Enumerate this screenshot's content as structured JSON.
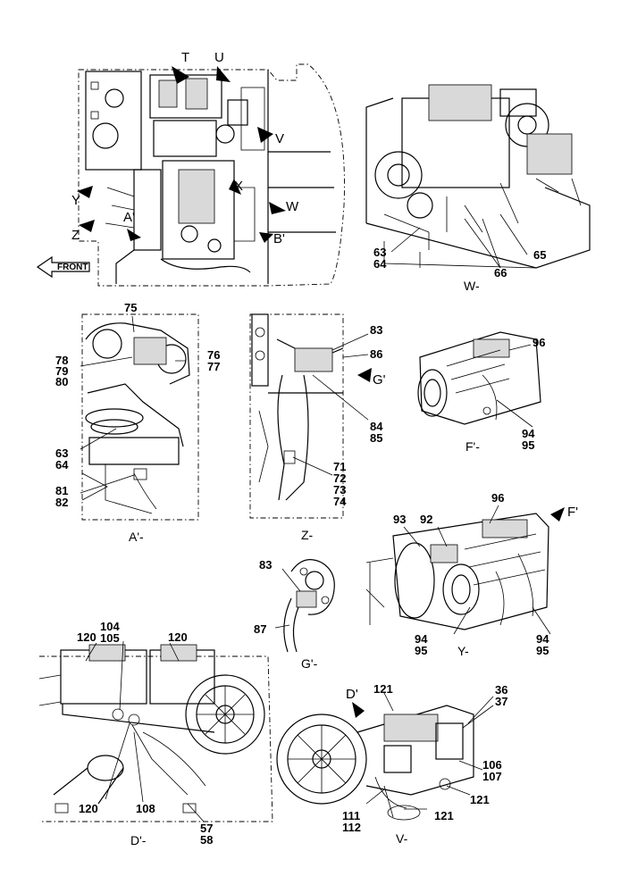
{
  "main_view": {
    "front_label": "FRONT",
    "view_arrows": [
      "T",
      "U",
      "V",
      "X",
      "W",
      "Y",
      "Z",
      "A'",
      "B'"
    ]
  },
  "views": {
    "w": {
      "caption": "W-",
      "labels": [
        "63",
        "64",
        "66",
        "65"
      ]
    },
    "a": {
      "caption": "A'-",
      "labels": [
        "75",
        "78",
        "79",
        "80",
        "76",
        "77",
        "63",
        "64",
        "81",
        "82"
      ]
    },
    "z": {
      "caption": "Z-",
      "labels": [
        "83",
        "86",
        "G'",
        "84",
        "85",
        "71",
        "72",
        "73",
        "74"
      ]
    },
    "f": {
      "caption": "F'-",
      "labels": [
        "96",
        "94",
        "95"
      ]
    },
    "g": {
      "caption": "G'-",
      "labels": [
        "83",
        "87"
      ]
    },
    "y": {
      "caption": "Y-",
      "labels": [
        "96",
        "F'",
        "93",
        "92",
        "94",
        "95",
        "94",
        "95"
      ]
    },
    "d": {
      "caption": "D'-",
      "labels": [
        "104",
        "105",
        "120",
        "120",
        "120",
        "108",
        "57",
        "58"
      ]
    },
    "v": {
      "caption": "V-",
      "labels": [
        "D'",
        "121",
        "36",
        "37",
        "106",
        "107",
        "121",
        "111",
        "112",
        "121"
      ]
    }
  }
}
